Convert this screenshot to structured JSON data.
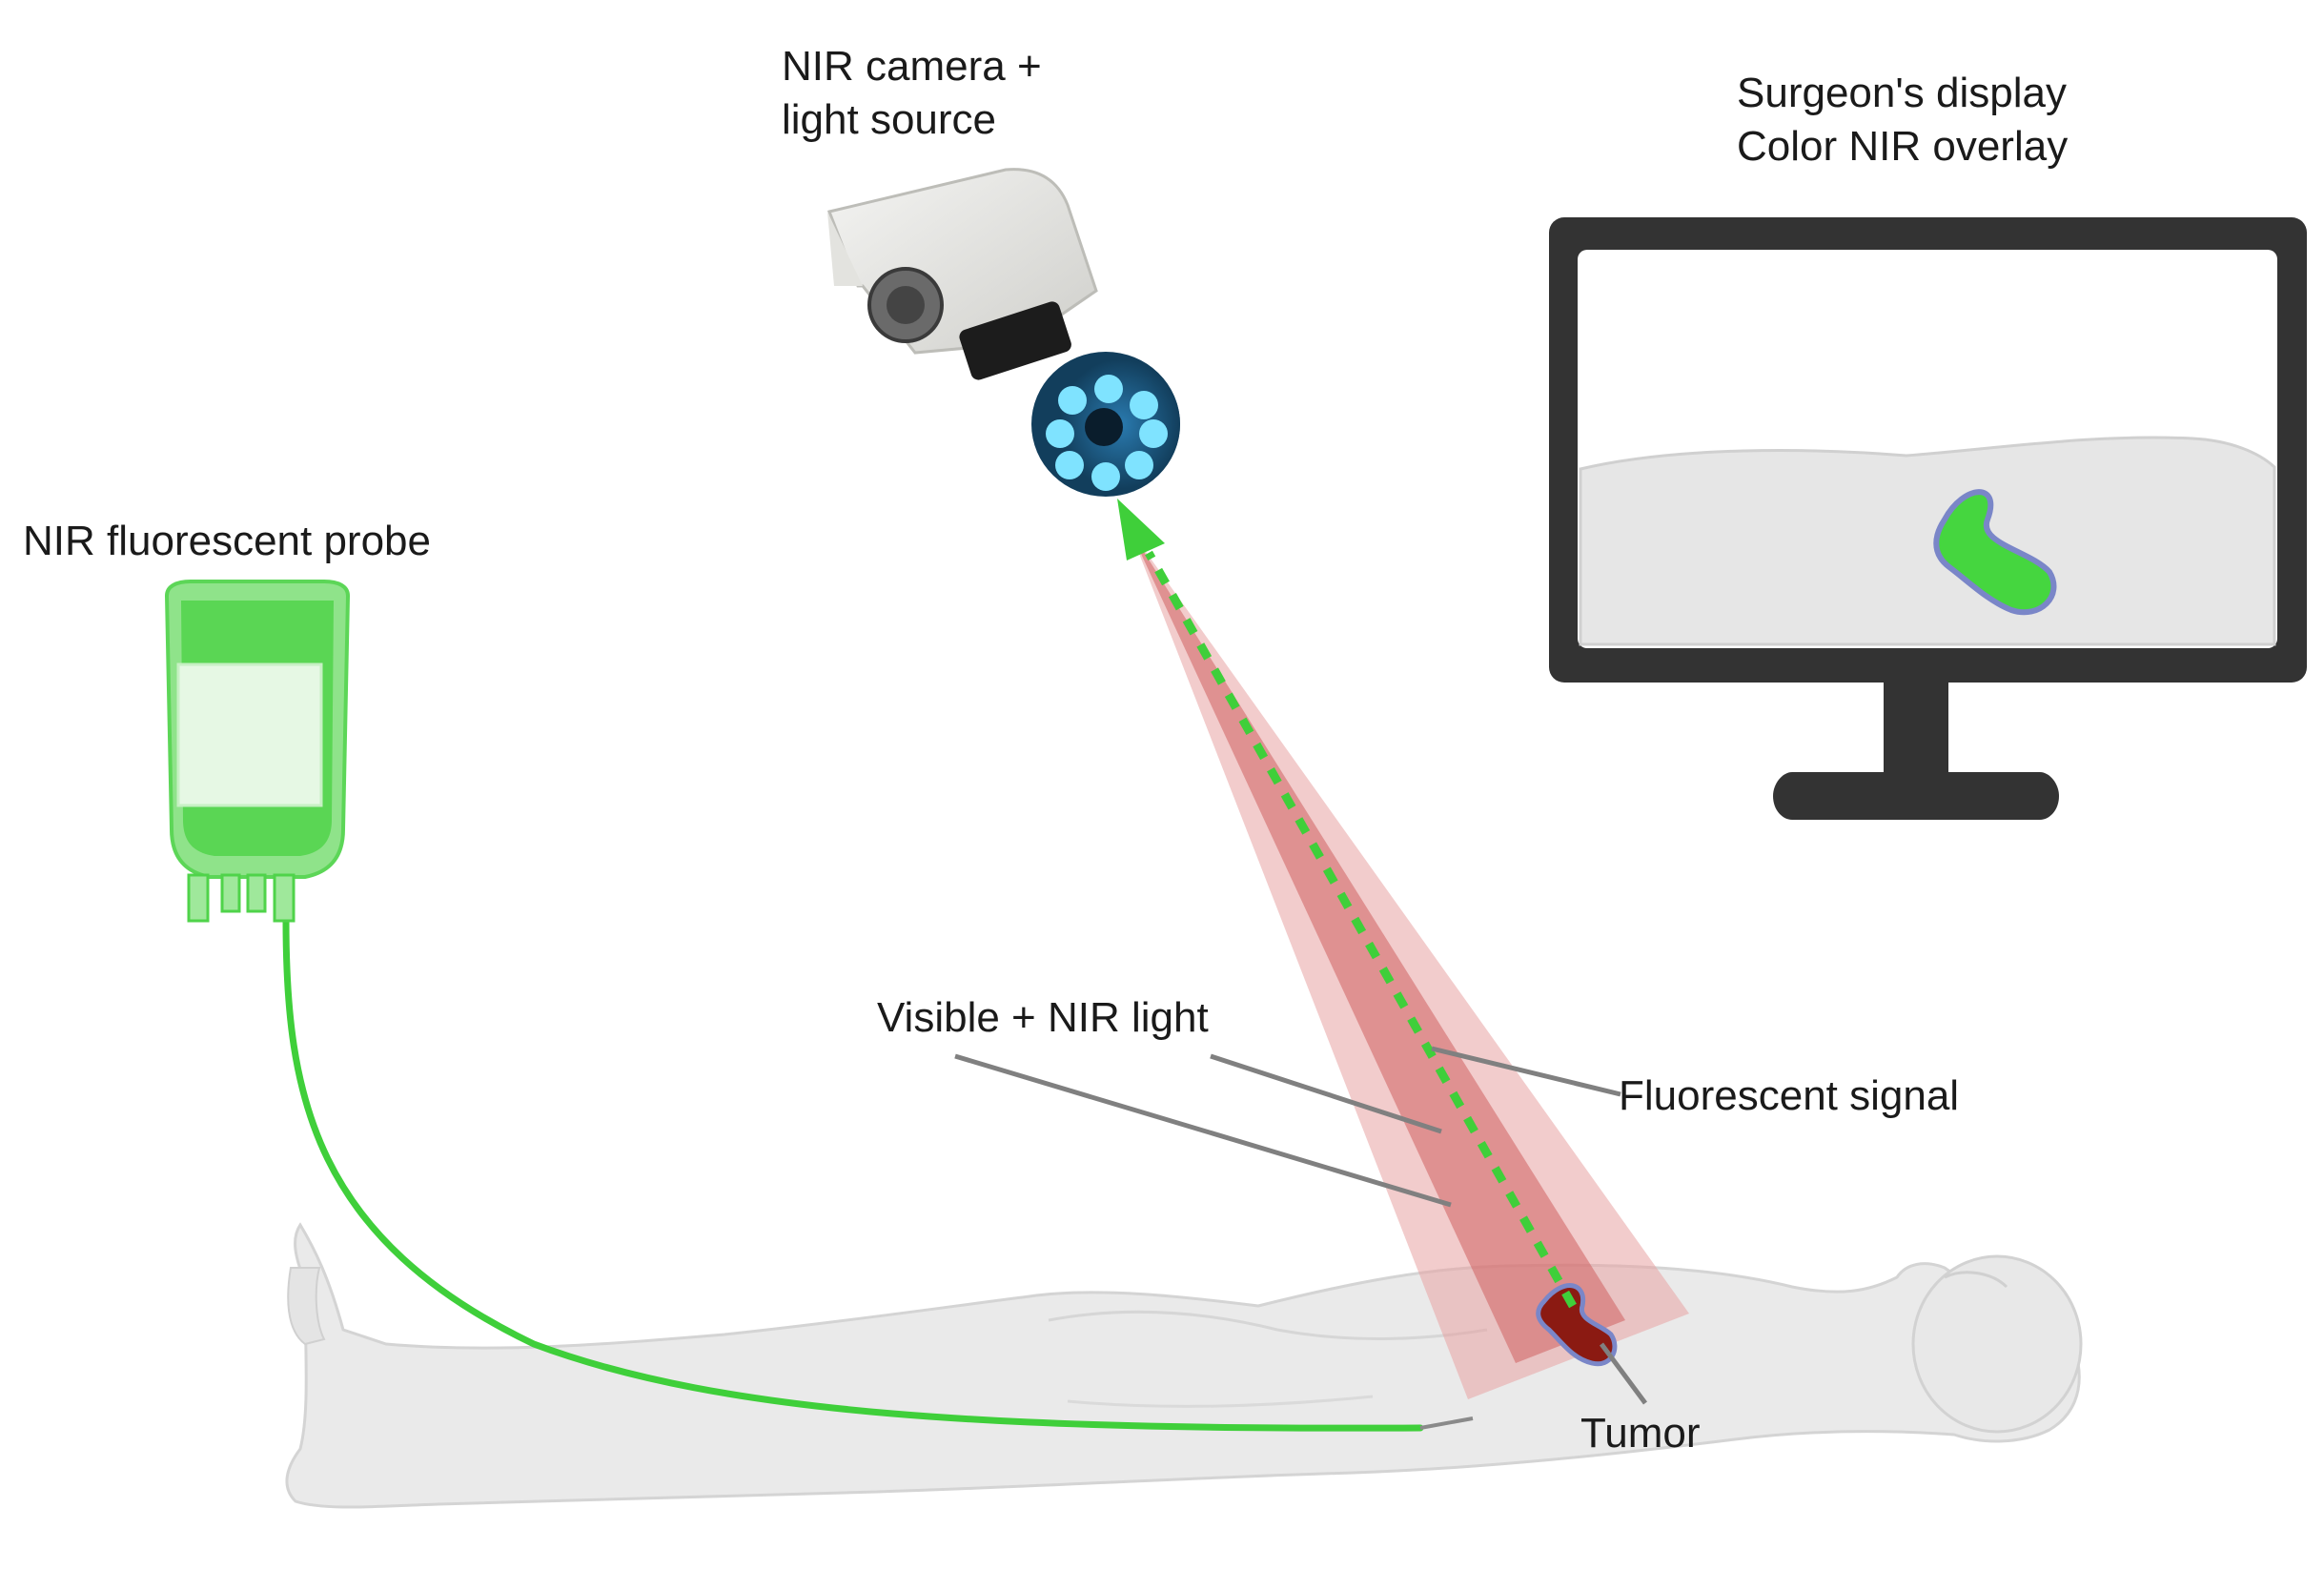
{
  "labels": {
    "camera_line1": "NIR camera +",
    "camera_line2": "light source",
    "display_line1": "Surgeon's display",
    "display_line2": "Color NIR overlay",
    "probe": "NIR fluorescent probe",
    "visible_light": "Visible + NIR light",
    "fluorescent_signal": "Fluorescent signal",
    "tumor": "Tumor"
  },
  "colors": {
    "probe_green": "#4fd34a",
    "probe_light": "#9fe89b",
    "line_green": "#3fcf3a",
    "beam_red": "#c94a4a",
    "tumor_red": "#8b1a12",
    "body_gray": "#e9e9e9",
    "camera_blue": "#1e5f86",
    "led_cyan": "#7fe3ff",
    "monitor_frame": "#333333"
  },
  "icons": {
    "bag": "iv-bag-icon",
    "camera": "nir-camera-icon",
    "monitor": "monitor-icon",
    "patient": "patient-body-icon"
  }
}
